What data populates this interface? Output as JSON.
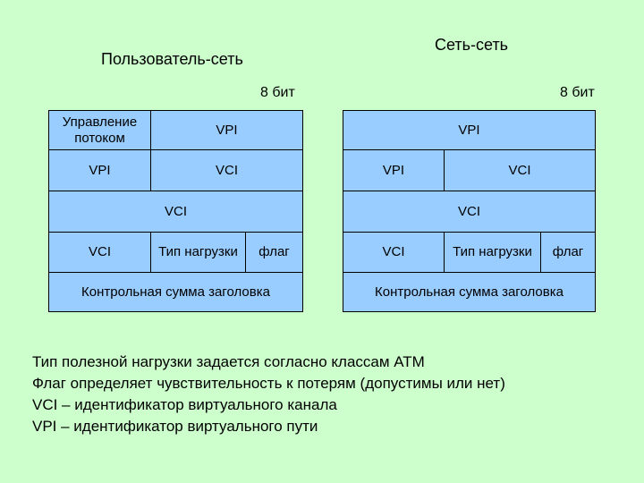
{
  "uni": {
    "title": "Пользователь-сеть",
    "bits": "8 бит",
    "cells": {
      "gfc": "Управление потоком",
      "vpi_top": "VPI",
      "vpi_2": "VPI",
      "vci_2": "VCI",
      "vci_3": "VCI",
      "vci_4": "VCI",
      "pt": "Тип нагрузки",
      "flag": "флаг",
      "hec": "Контрольная сумма заголовка"
    }
  },
  "nni": {
    "title": "Сеть-сеть",
    "bits": "8 бит",
    "cells": {
      "vpi_1": "VPI",
      "vpi_2": "VPI",
      "vci_2": "VCI",
      "vci_3": "VCI",
      "vci_4": "VCI",
      "pt": "Тип нагрузки",
      "flag": "флаг",
      "hec": "Контрольная сумма заголовка"
    }
  },
  "notes": [
    "Тип полезной нагрузки задается согласно классам АТМ",
    "Флаг определяет чувствительность к потерям (допустимы или нет)",
    "VCI – идентификатор виртуального канала",
    "VPI – идентификатор виртуального пути"
  ]
}
